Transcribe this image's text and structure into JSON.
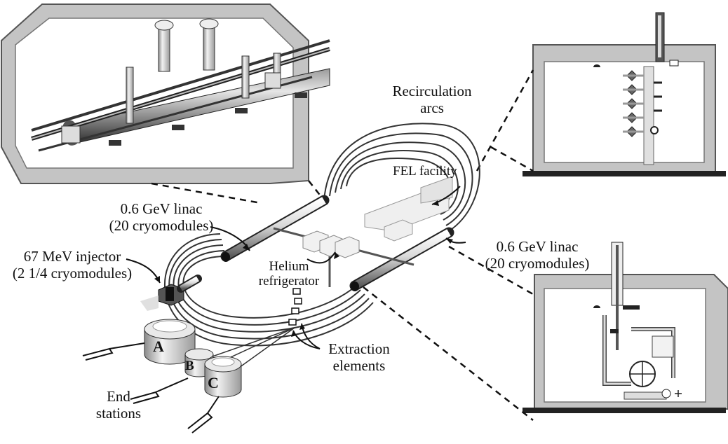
{
  "labels": {
    "recirculation_arcs": [
      "Recirculation",
      "arcs"
    ],
    "fel_facility": "FEL facility",
    "linac_north": [
      "0.6 GeV linac",
      "(20 cryomodules)"
    ],
    "linac_south": [
      "0.6 GeV linac",
      "(20 cryomodules)"
    ],
    "injector": [
      "67 MeV injector",
      "(2 1/4 cryomodules)"
    ],
    "helium_refrigerator": [
      "Helium",
      "refrigerator"
    ],
    "extraction_elements": [
      "Extraction",
      "elements"
    ],
    "end_stations": [
      "End",
      "stations"
    ]
  },
  "end_station_halls": [
    "A",
    "B",
    "C"
  ],
  "colors": {
    "tunnel_wall": "#bdbdbd",
    "tunnel_outline": "#555555",
    "beamline": "#333333",
    "floor": "#222222"
  }
}
